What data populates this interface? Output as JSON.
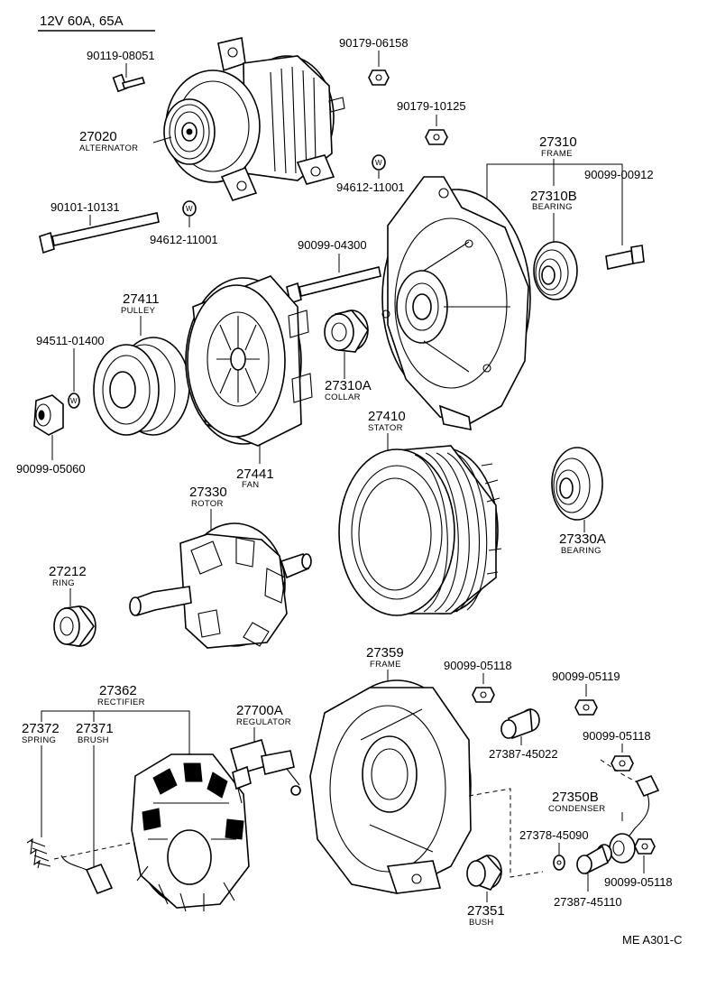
{
  "header": {
    "title": "12V 60A, 65A"
  },
  "footer": {
    "code": "ME A301-C"
  },
  "parts": {
    "bolt_90119": "90119-08051",
    "alternator_no": "27020",
    "alternator_name": "ALTERNATOR",
    "nut_90179_06158": "90179-06158",
    "nut_90179_10125": "90179-10125",
    "frame_no": "27310",
    "frame_name": "FRAME",
    "bolt_90099_00912": "90099-00912",
    "bearing_no": "27310B",
    "bearing_name": "BEARING",
    "washer_94612_a": "94612-11001",
    "washer_94612_b": "94612-11001",
    "bolt_90101": "90101-10131",
    "bolt_90099_04300": "90099-04300",
    "pulley_no": "27411",
    "pulley_name": "PULLEY",
    "washer_94511": "94511-01400",
    "nut_90099_05060": "90099-05060",
    "collar_no": "27310A",
    "collar_name": "COLLAR",
    "stator_no": "27410",
    "stator_name": "STATOR",
    "fan_no": "27441",
    "fan_name": "FAN",
    "rotor_no": "27330",
    "rotor_name": "ROTOR",
    "rotor_bearing_no": "27330A",
    "rotor_bearing_name": "BEARING",
    "ring_no": "27212",
    "ring_name": "RING",
    "rear_frame_no": "27359",
    "rear_frame_name": "FRAME",
    "nut_90099_05118_a": "90099-05118",
    "nut_90099_05119": "90099-05119",
    "nut_90099_05118_b": "90099-05118",
    "nut_90099_05118_c": "90099-05118",
    "rectifier_no": "27362",
    "rectifier_name": "RECTIFIER",
    "spring_no": "27372",
    "spring_name": "SPRING",
    "brush_no": "27371",
    "brush_name": "BRUSH",
    "regulator_no": "27700A",
    "regulator_name": "REGULATOR",
    "insulator_27387_45022": "27387-45022",
    "condenser_no": "27350B",
    "condenser_name": "CONDENSER",
    "washer_27378": "27378-45090",
    "insulator_27387_45110": "27387-45110",
    "bush_no": "27351",
    "bush_name": "BUSH",
    "washer_mark": "W"
  }
}
